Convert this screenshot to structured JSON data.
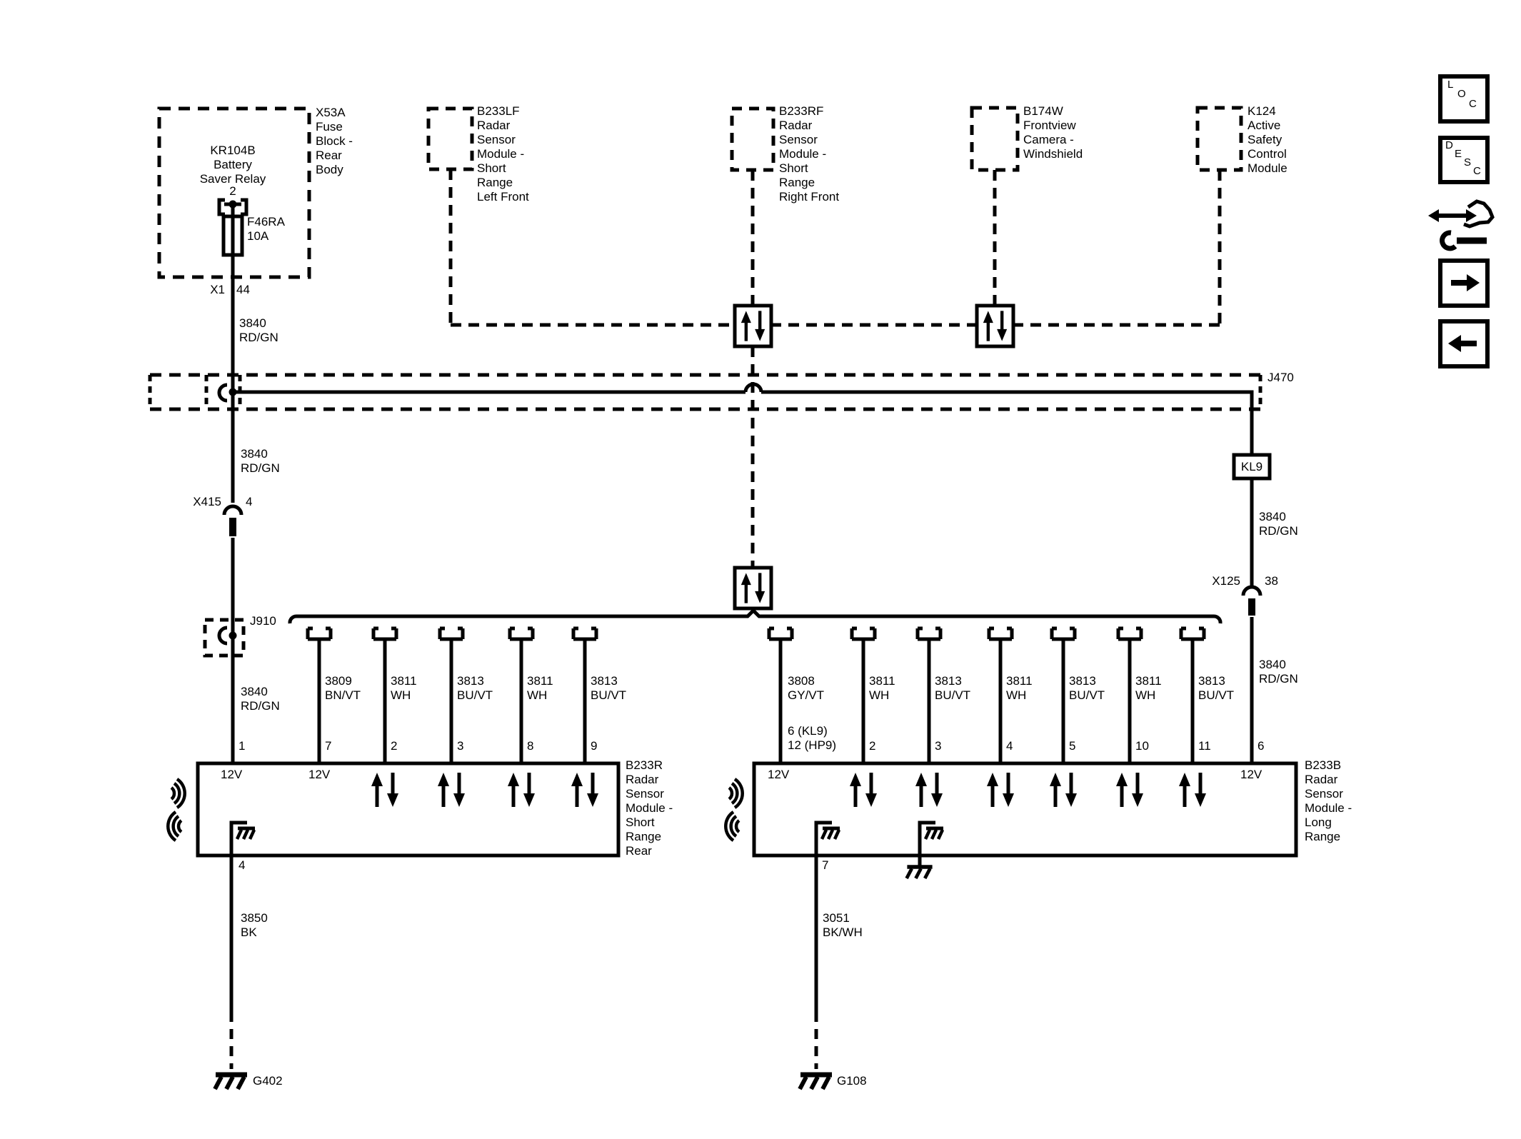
{
  "diagram": {
    "fuse_block_label": "X53A\nFuse\nBlock -\nRear\nBody",
    "relay_label": "KR104B\nBattery\nSaver Relay",
    "relay_pin": "2",
    "fuse_label": "F46RA\n10A",
    "x1_name": "X1",
    "x1_pin": "44",
    "x415_name": "X415",
    "x415_pin": "4",
    "x125_name": "X125",
    "x125_pin": "38",
    "j470": "J470",
    "j910": "J910",
    "kl9": "KL9",
    "g402": "G402",
    "g108": "G108",
    "b233lf": "B233LF\nRadar\nSensor\nModule -\nShort\nRange\nLeft Front",
    "b233rf": "B233RF\nRadar\nSensor\nModule -\nShort\nRange\nRight Front",
    "b174w": "B174W\nFrontview\nCamera -\nWindshield",
    "k124": "K124\nActive\nSafety\nControl\nModule",
    "b233r": "B233R\nRadar\nSensor\nModule -\nShort\nRange\nRear",
    "b233b": "B233B\nRadar\nSensor\nModule -\nLong\nRange",
    "v12": "12V"
  },
  "wires": {
    "w3840": "3840\nRD/GN",
    "w3850": "3850\nBK",
    "w3051": "3051\nBK/WH",
    "w3809": "3809\nBN/VT",
    "w3811": "3811\nWH",
    "w3813": "3813\nBU/VT",
    "w3808": "3808\nGY/VT"
  },
  "pins": {
    "left": [
      "1",
      "7",
      "2",
      "3",
      "8",
      "9"
    ],
    "left_gnd": "4",
    "right_data": "6 (KL9)\n12 (HP9)",
    "right": [
      "2",
      "3",
      "4",
      "5",
      "10",
      "11"
    ],
    "right_power": "6",
    "right_gnd": "7"
  },
  "icons": {
    "loc": [
      "L",
      "O",
      "C"
    ],
    "desc": [
      "D",
      "E",
      "S",
      "C"
    ]
  }
}
